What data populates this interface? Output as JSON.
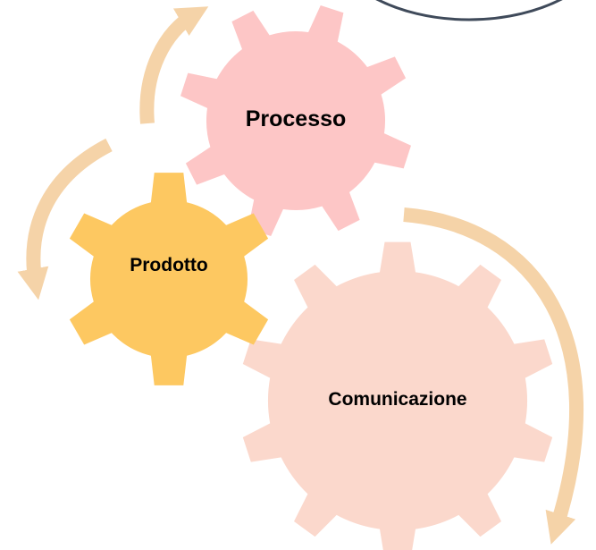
{
  "diagram": {
    "gears": [
      {
        "label": "Processo",
        "color": "#fdc6c6"
      },
      {
        "label": "Prodotto",
        "color": "#fdc861"
      },
      {
        "label": "Comunicazione",
        "color": "#fbd8cc"
      }
    ],
    "arrow_color": "#f5d3a8",
    "oval_outline_color": "#3f4a5a",
    "oval_fill_color": "#ffffff"
  }
}
